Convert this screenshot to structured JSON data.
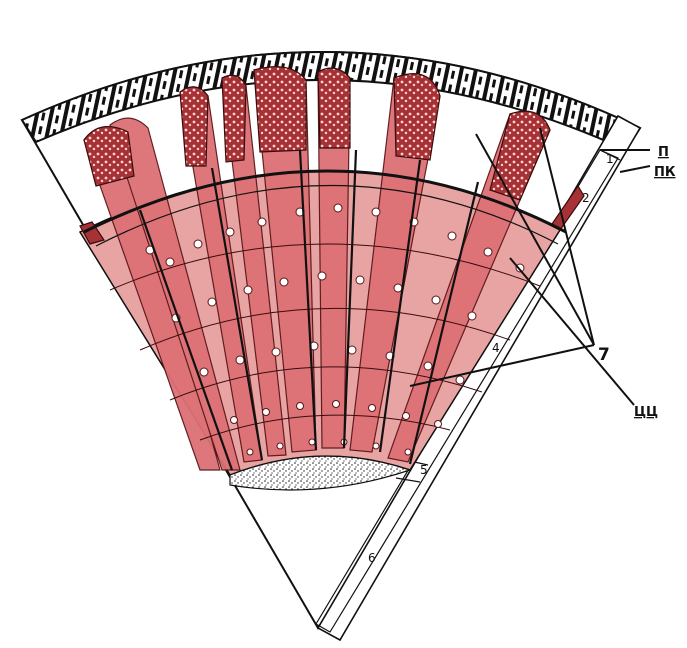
{
  "diagram": {
    "labels": {
      "n1": "1",
      "n2": "2",
      "n4": "4",
      "n5": "5",
      "n6": "6",
      "n7": "7",
      "p": "П",
      "pk": "ПК",
      "cc": "ЦЦ"
    },
    "colors": {
      "tubule_fill": "#e8a3a3",
      "tubule_dark": "#a63236",
      "tubule_highlight": "#dd7075",
      "nucleus": "#ffffff",
      "ink": "#111111",
      "background": "#ffffff"
    }
  }
}
